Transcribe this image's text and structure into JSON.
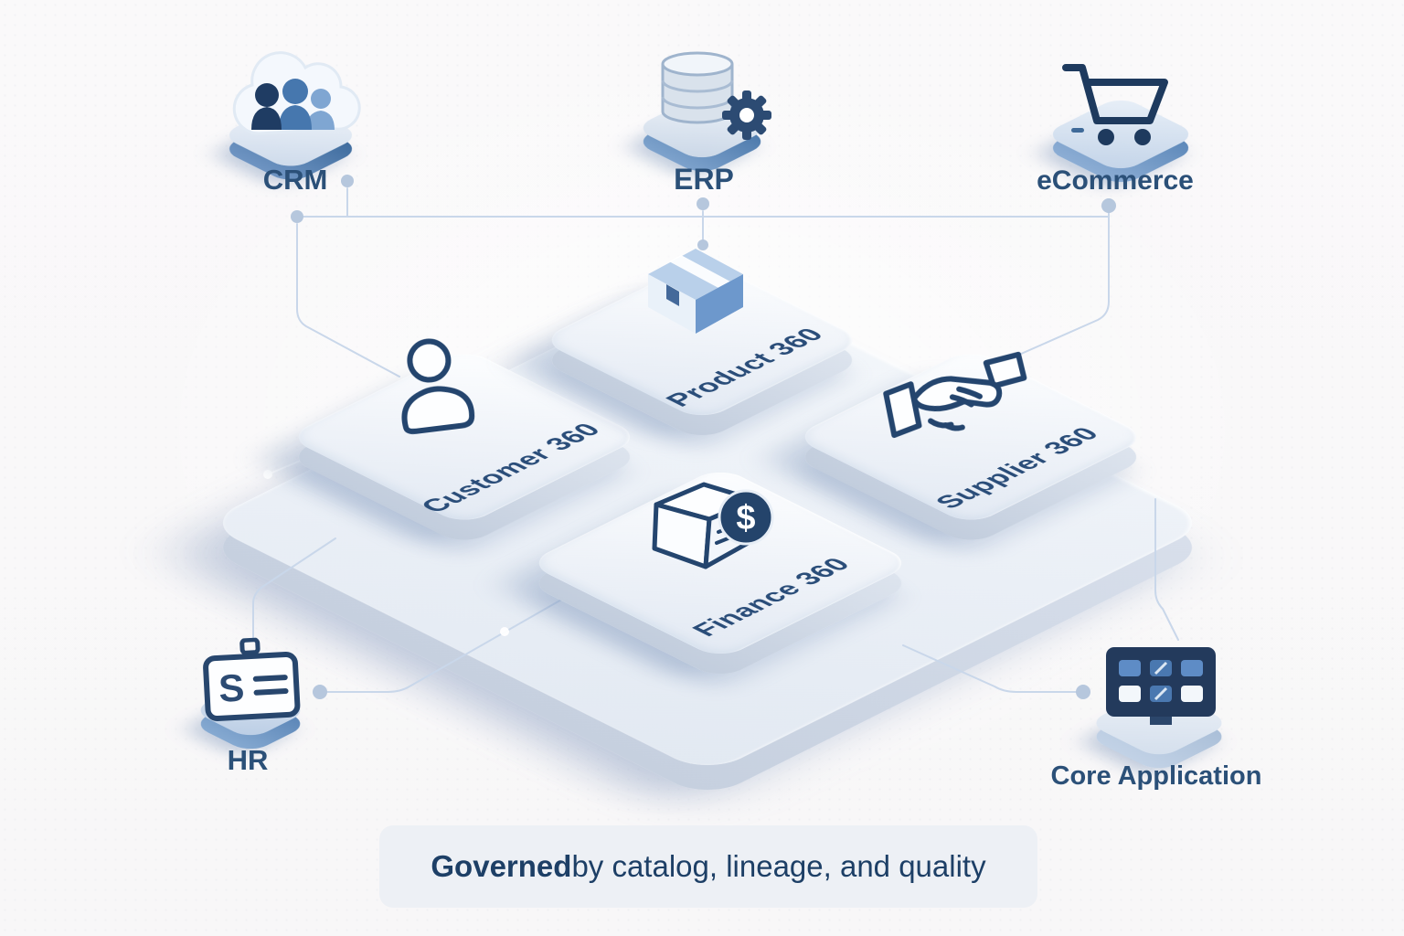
{
  "title": "Data domains governed platform diagram",
  "sources": [
    {
      "id": "crm",
      "label": "CRM",
      "icon": "cloud-people-icon"
    },
    {
      "id": "erp",
      "label": "ERP",
      "icon": "database-gear-icon"
    },
    {
      "id": "ecommerce",
      "label": "eCommerce",
      "icon": "shopping-cart-icon"
    },
    {
      "id": "hr",
      "label": "HR",
      "icon": "id-badge-icon"
    },
    {
      "id": "core_application",
      "label": "Core Application",
      "icon": "app-monitor-icon"
    }
  ],
  "domains": [
    {
      "id": "customer_360",
      "label": "Customer 360",
      "icon": "person-icon"
    },
    {
      "id": "product_360",
      "label": "Product 360",
      "icon": "package-icon"
    },
    {
      "id": "supplier_360",
      "label": "Supplier 360",
      "icon": "handshake-icon"
    },
    {
      "id": "finance_360",
      "label": "Finance 360",
      "icon": "invoice-dollar-icon"
    }
  ],
  "caption": {
    "bold": "Governed",
    "rest": " by catalog, lineage, and quality"
  },
  "colors": {
    "accent_navy": "#24456e",
    "label_blue": "#2b5078",
    "connector_blue": "#c9d7ea",
    "tile_face": "#eef2f8",
    "platform_face": "#e9eef5",
    "caption_bg": "#edf0f5",
    "badge_navy": "#24446b",
    "package_blue": "#6d98cc"
  }
}
